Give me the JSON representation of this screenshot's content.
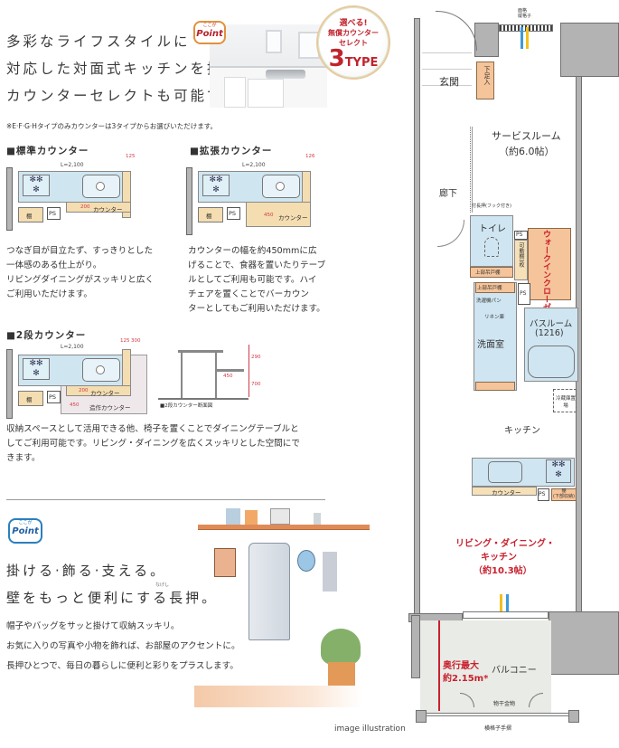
{
  "hero": {
    "lines": [
      "多彩なライフスタイルに",
      "対応した対面式キッチンを採用。",
      "カウンターセレクトも可能です。"
    ],
    "point_badge": {
      "small": "ここが",
      "big": "Point"
    },
    "select_badge": {
      "line1": "選べる!",
      "line2": "無償カウンター",
      "line3": "セレクト",
      "number": "3",
      "type": "TYPE"
    },
    "note": "※E·F·G·Hタイプのみカウンターは3タイプからお選びいただけます。"
  },
  "counters": [
    {
      "title": "■標準カウンター",
      "length": "L=2,100",
      "dim_top": "125",
      "dim_depth": "200",
      "counter_label": "カウンター",
      "shelf": "棚",
      "ps": "PS",
      "desc": [
        "つなぎ目が目立たず、すっきりとした",
        "一体感のある仕上がり。",
        "リビングダイニングがスッキリと広く",
        "ご利用いただけます。"
      ]
    },
    {
      "title": "■拡張カウンター",
      "length": "L=2,100",
      "dim_top": "126",
      "dim_depth": "450",
      "counter_label": "カウンター",
      "shelf": "棚",
      "ps": "PS",
      "desc": [
        "カウンターの幅を約450mmに広",
        "げることで、食器を置いたりテーブ",
        "ルとしてご利用も可能です。ハイ",
        "チェアを置くことでバーカウン",
        "ターとしてもご利用いただけます。"
      ]
    },
    {
      "title": "■2段カウンター",
      "length": "L=2,100",
      "dim_top_a": "125",
      "dim_top_b": "300",
      "dim_depth": "200",
      "dim_depth2": "450",
      "counter_label": "カウンター",
      "counter_label2": "造作カウンター",
      "shelf": "棚",
      "ps": "PS",
      "section_caption": "■2段カウンター断面図",
      "section_dims": {
        "upper": "290",
        "lower": "700",
        "depth": "450"
      },
      "desc": [
        "収納スペースとして活用できる他、椅子を置くことでダイニングテーブルと",
        "してご利用可能です。リビング・ダイニングを広くスッキリとした空間にで",
        "きます。"
      ]
    }
  ],
  "point2": {
    "badge": {
      "small": "ここが",
      "big": "Point"
    },
    "head1": "掛ける·飾る·支える。",
    "head2": "壁をもっと便利にする長押。",
    "ruby": "なげし",
    "text": [
      "帽子やバッグをサッと掛けて収納スッキリ。",
      "お気に入りの写真や小物を飾れば、お部屋のアクセントに。",
      "長押ひとつで、毎日の暮らしに便利と彩りをプラスします。"
    ],
    "caption": "image illustration"
  },
  "floorplan": {
    "window_label": "縦格子",
    "window_label_top": "面格",
    "entrance": "玄関",
    "shoe_box": "下足入",
    "service_room": "サービスルーム",
    "service_room_size": "（約6.0帖）",
    "corridor": "廊下",
    "hook": "付長押(フック付き)",
    "toilet": "トイレ",
    "toilet_shelf": "上部吊戸棚",
    "ps1": "PS",
    "ps2": "PS",
    "ps3": "PS",
    "movable_shelf": "可動棚3枚",
    "wic": "ウォークインクローゼット",
    "upper_shelf": "上部吊戸棚",
    "washer": "洗濯機パン",
    "linen": "リネン庫",
    "washroom": "洗面室",
    "bathroom": "バスルーム",
    "bathroom_size": "(1216)",
    "fridge": "冷蔵庫置場",
    "kitchen": "キッチン",
    "counter": "カウンター",
    "shelf_storage": "棚",
    "shelf_storage_sub": "(下部収納)",
    "ldk1": "リビング・ダイニング・",
    "ldk2": "キッチン",
    "ldk3": "（約10.3帖）",
    "depth1": "奥行最大",
    "depth2": "約2.15m*",
    "balcony": "バルコニー",
    "hanger": "物干金物",
    "railing": "横格子手摺"
  }
}
